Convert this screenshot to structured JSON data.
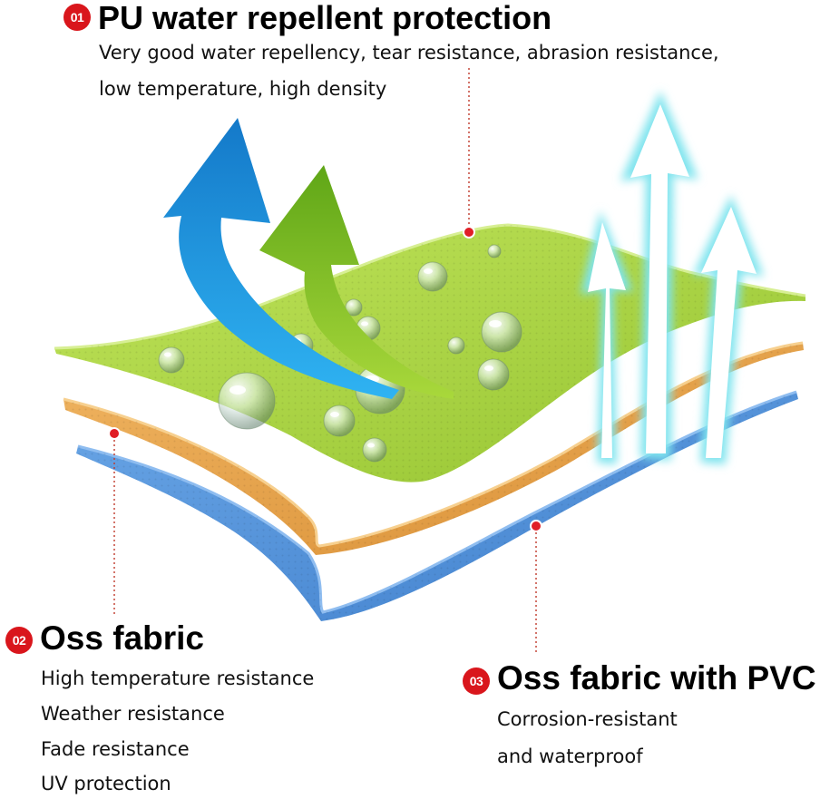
{
  "sections": [
    {
      "number": "01",
      "title": "PU water repellent protection",
      "lines": [
        "Very good water repellency, tear resistance, abrasion resistance,",
        "low temperature, high density"
      ]
    },
    {
      "number": "02",
      "title": "Oss fabric",
      "lines": [
        "High temperature resistance",
        "Weather resistance",
        "Fade resistance",
        "UV protection"
      ]
    },
    {
      "number": "03",
      "title": "Oss fabric with PVC",
      "lines": [
        "Corrosion-resistant",
        "and waterproof"
      ]
    }
  ],
  "colors": {
    "accent_red": "#d9161c",
    "top_layer_green": "#a7d13e",
    "middle_layer_orange": "#e3a04a",
    "bottom_layer_blue": "#4f8fd6",
    "arrow_blue": "#1f8fe0",
    "arrow_green": "#7ab81f",
    "vapor_arrow_cyan": "#8fe8f0"
  },
  "icons": [
    "number-badge",
    "curved-blue-arrow-icon",
    "curved-green-arrow-icon",
    "upward-vapor-arrow-icon",
    "water-droplet-icon",
    "leader-dot-icon"
  ]
}
